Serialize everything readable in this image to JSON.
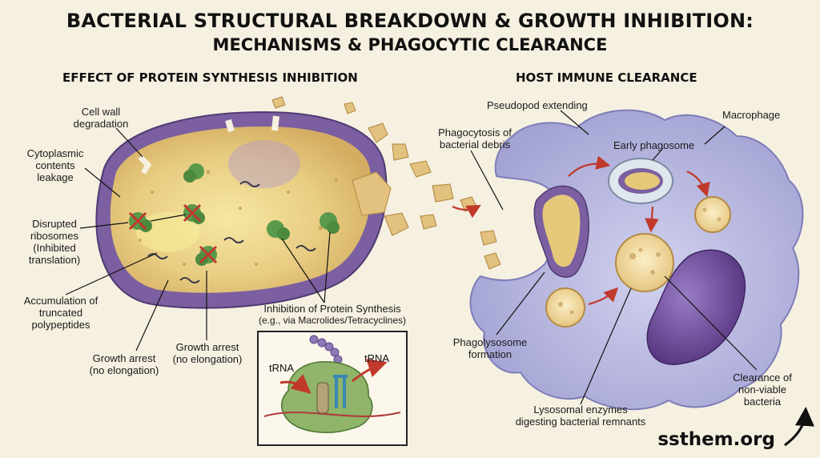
{
  "title": {
    "line1": "BACTERIAL STRUCTURAL BREAKDOWN & GROWTH INHIBITION:",
    "line2": "MECHANISMS & PHAGOCYTIC CLEARANCE"
  },
  "sections": {
    "left": "EFFECT OF PROTEIN SYNTHESIS INHIBITION",
    "right": "HOST IMMUNE CLEARANCE"
  },
  "labels": {
    "cell_wall": [
      "Cell wall",
      "degradation"
    ],
    "cytoplasmic": [
      "Cytoplasmic",
      "contents",
      "leakage"
    ],
    "ribosomes": [
      "Disrupted",
      "ribosomes",
      "(Inhibited",
      "translation)"
    ],
    "accumulation": [
      "Accumulation of",
      "truncated",
      "polypeptides"
    ],
    "growth_arrest_1": [
      "Growth arrest",
      "(no elongation)"
    ],
    "growth_arrest_2": [
      "Growth arrest",
      "(no elongation)"
    ],
    "inhibition": [
      "Inhibition of Protein Synthesis",
      "(e.g., via Macrolides/Tetracyclines)"
    ],
    "phagocytosis": [
      "Phagocytosis of",
      "bacterial debris"
    ],
    "pseudopod": "Pseudopod extending",
    "macrophage": "Macrophage",
    "early_phagosome": "Early phagosome",
    "phagolysosome": [
      "Phagolysosome",
      "formation"
    ],
    "lysosomal": [
      "Lysosomal enzymes",
      "digesting bacterial remnants"
    ],
    "clearance": [
      "Clearance of",
      "non-viable",
      "bacteria"
    ]
  },
  "inset": {
    "trna_left": "tRNA",
    "trna_right": "tRNA"
  },
  "brand": "ssthem.org",
  "colors": {
    "background": "#f6f0e1",
    "cell_wall": "#7b5fa0",
    "cytoplasm": "#e6c879",
    "ribosome": "#5a9a4a",
    "inhibit_x": "#c0392b",
    "macrophage": "#b9b9de",
    "nucleus": "#6a4a9c",
    "arrow": "#c0392b"
  },
  "icons": [
    "ribosome-icon",
    "cross-mark-icon",
    "arrow-icon",
    "curved-arrow-icon"
  ]
}
